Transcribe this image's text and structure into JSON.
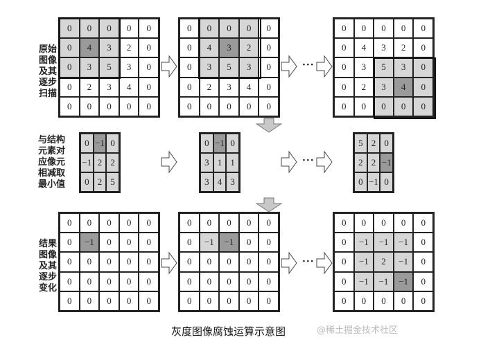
{
  "row_labels": {
    "top": [
      "原始",
      "图像",
      "及其",
      "逐步",
      "扫描"
    ],
    "middle": [
      "与结构",
      "元素对",
      "应像元",
      "相减取",
      "最小值"
    ],
    "bottom": [
      "结果",
      "图像",
      "及其",
      "逐步",
      "变化"
    ]
  },
  "top_grids": [
    {
      "values": [
        [
          0,
          0,
          0,
          0,
          0
        ],
        [
          0,
          4,
          3,
          2,
          0
        ],
        [
          0,
          3,
          5,
          3,
          0
        ],
        [
          0,
          2,
          3,
          4,
          0
        ],
        [
          0,
          0,
          0,
          0,
          0
        ]
      ],
      "shade": [
        [
          "l",
          "l",
          "l",
          "",
          ""
        ],
        [
          "l",
          "d",
          "l",
          "",
          ""
        ],
        [
          "l",
          "l",
          "l",
          "",
          ""
        ],
        [
          "",
          "",
          "",
          "",
          ""
        ],
        [
          "",
          "",
          "",
          "",
          ""
        ]
      ]
    },
    {
      "values": [
        [
          0,
          0,
          0,
          0,
          0
        ],
        [
          0,
          4,
          3,
          2,
          0
        ],
        [
          0,
          3,
          5,
          3,
          0
        ],
        [
          0,
          2,
          3,
          4,
          0
        ],
        [
          0,
          0,
          0,
          0,
          0
        ]
      ],
      "shade": [
        [
          "",
          "l",
          "l",
          "l",
          ""
        ],
        [
          "",
          "l",
          "d",
          "l",
          ""
        ],
        [
          "",
          "l",
          "l",
          "l",
          ""
        ],
        [
          "",
          "",
          "",
          "",
          ""
        ],
        [
          "",
          "",
          "",
          "",
          ""
        ]
      ]
    },
    {
      "values": [
        [
          0,
          0,
          0,
          0,
          0
        ],
        [
          0,
          4,
          3,
          2,
          0
        ],
        [
          0,
          3,
          5,
          3,
          0
        ],
        [
          0,
          2,
          3,
          4,
          0
        ],
        [
          0,
          0,
          0,
          0,
          0
        ]
      ],
      "shade": [
        [
          "",
          "",
          "",
          "",
          ""
        ],
        [
          "",
          "",
          "",
          "",
          ""
        ],
        [
          "",
          "",
          "l",
          "l",
          "l"
        ],
        [
          "",
          "",
          "l",
          "d",
          "l"
        ],
        [
          "",
          "",
          "l",
          "l",
          "l"
        ]
      ]
    }
  ],
  "middle_grids": [
    {
      "values": [
        [
          "0",
          "−1",
          "0"
        ],
        [
          "−1",
          "2",
          "2"
        ],
        [
          "0",
          "2",
          "5"
        ]
      ],
      "shade": [
        [
          "l",
          "d",
          "l"
        ],
        [
          "l",
          "l",
          "l"
        ],
        [
          "l",
          "l",
          "l"
        ]
      ]
    },
    {
      "values": [
        [
          "0",
          "−1",
          "0"
        ],
        [
          "3",
          "1",
          "1"
        ],
        [
          "3",
          "4",
          "3"
        ]
      ],
      "shade": [
        [
          "l",
          "d",
          "l"
        ],
        [
          "l",
          "l",
          "l"
        ],
        [
          "l",
          "l",
          "l"
        ]
      ]
    },
    {
      "values": [
        [
          "5",
          "2",
          "0"
        ],
        [
          "2",
          "2",
          "−1"
        ],
        [
          "0",
          "−1",
          "0"
        ]
      ],
      "shade": [
        [
          "l",
          "l",
          "l"
        ],
        [
          "l",
          "l",
          "d"
        ],
        [
          "l",
          "l",
          "l"
        ]
      ]
    }
  ],
  "bottom_grids": [
    {
      "values": [
        [
          "0",
          "0",
          "0",
          "0",
          "0"
        ],
        [
          "0",
          "−1",
          "0",
          "0",
          "0"
        ],
        [
          "0",
          "0",
          "0",
          "0",
          "0"
        ],
        [
          "0",
          "0",
          "0",
          "0",
          "0"
        ],
        [
          "0",
          "0",
          "0",
          "0",
          "0"
        ]
      ],
      "shade": [
        [
          "",
          "",
          "",
          "",
          ""
        ],
        [
          "",
          "d",
          "",
          "",
          ""
        ],
        [
          "",
          "",
          "",
          "",
          ""
        ],
        [
          "",
          "",
          "",
          "",
          ""
        ],
        [
          "",
          "",
          "",
          "",
          ""
        ]
      ]
    },
    {
      "values": [
        [
          "0",
          "0",
          "0",
          "0",
          "0"
        ],
        [
          "0",
          "−1",
          "−1",
          "0",
          "0"
        ],
        [
          "0",
          "0",
          "0",
          "0",
          "0"
        ],
        [
          "0",
          "0",
          "0",
          "0",
          "0"
        ],
        [
          "0",
          "0",
          "0",
          "0",
          "0"
        ]
      ],
      "shade": [
        [
          "",
          "",
          "",
          "",
          ""
        ],
        [
          "",
          "l",
          "d",
          "",
          ""
        ],
        [
          "",
          "",
          "",
          "",
          ""
        ],
        [
          "",
          "",
          "",
          "",
          ""
        ],
        [
          "",
          "",
          "",
          "",
          ""
        ]
      ]
    },
    {
      "values": [
        [
          "0",
          "0",
          "0",
          "0",
          "0"
        ],
        [
          "0",
          "−1",
          "−1",
          "−1",
          "0"
        ],
        [
          "0",
          "−1",
          "2",
          "−1",
          "0"
        ],
        [
          "0",
          "−1",
          "−1",
          "−1",
          "0"
        ],
        [
          "0",
          "0",
          "0",
          "0",
          "0"
        ]
      ],
      "shade": [
        [
          "",
          "",
          "",
          "",
          ""
        ],
        [
          "",
          "l",
          "l",
          "l",
          ""
        ],
        [
          "",
          "l",
          "l",
          "l",
          ""
        ],
        [
          "",
          "l",
          "l",
          "d",
          ""
        ],
        [
          "",
          "",
          "",
          "",
          ""
        ]
      ]
    }
  ],
  "ellipsis": "···",
  "caption": "灰度图像腐蚀运算示意图",
  "watermark": "@稀土掘金技术社区",
  "colors": {
    "light_gray": "#d6d6d6",
    "dark_gray": "#9a9a9a",
    "border": "#222222",
    "arrow_fill": "#c8c8c8"
  }
}
